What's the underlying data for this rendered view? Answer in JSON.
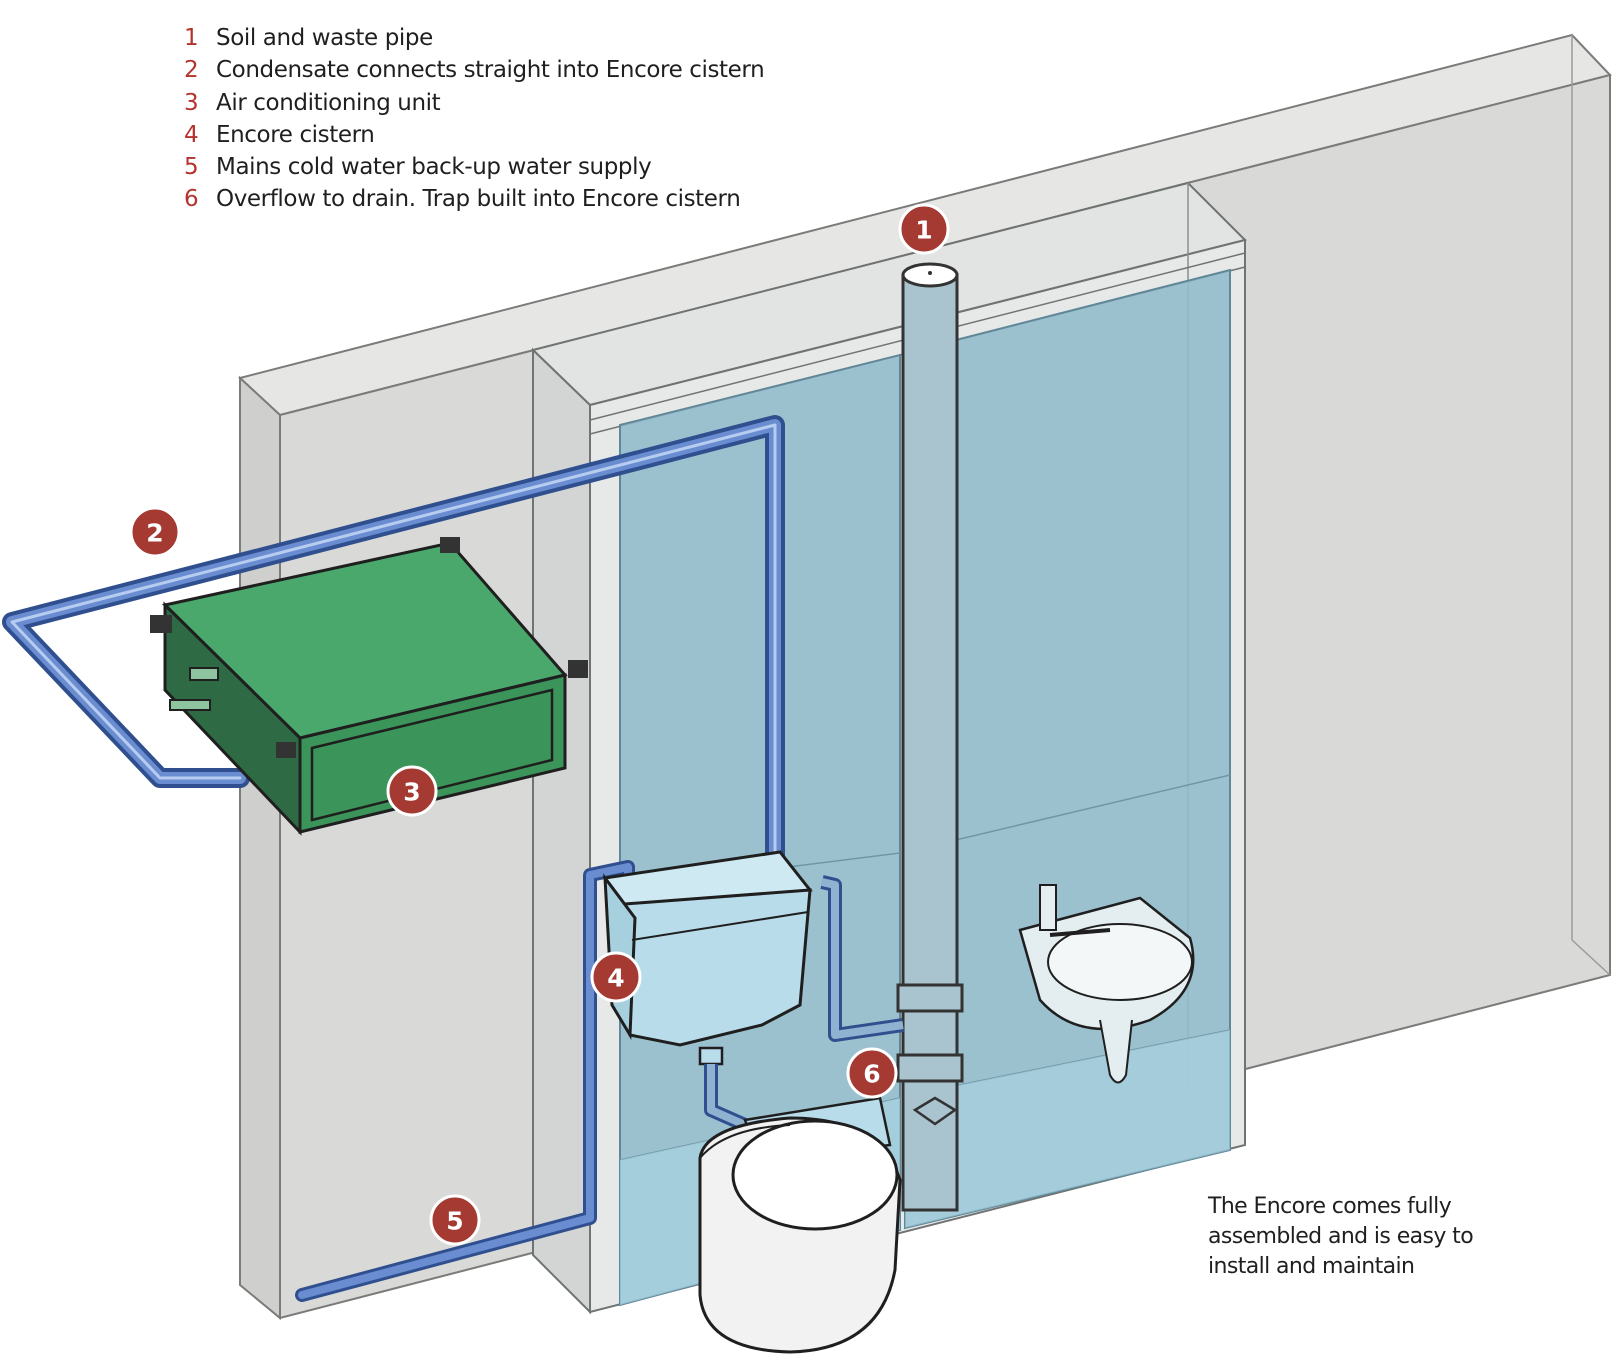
{
  "legend": {
    "items": [
      {
        "number": "1",
        "label": "Soil and waste pipe"
      },
      {
        "number": "2",
        "label": "Condensate connects straight into Encore cistern"
      },
      {
        "number": "3",
        "label": "Air conditioning unit"
      },
      {
        "number": "4",
        "label": "Encore cistern"
      },
      {
        "number": "5",
        "label": "Mains cold water back-up water supply"
      },
      {
        "number": "6",
        "label": "Overflow to drain. Trap built into Encore cistern"
      }
    ]
  },
  "callouts": [
    "1",
    "2",
    "3",
    "4",
    "5",
    "6"
  ],
  "caption": {
    "line1": "The Encore comes fully",
    "line2": "assembled and is easy to",
    "line3": "install and maintain"
  },
  "colors": {
    "callout": "#a53a33",
    "legend_number": "#b5332d",
    "pipe": "#3f5fa8",
    "ac_unit": "#4aa86d",
    "frame_glass": "#93bccb",
    "wall": "#d9dad8"
  }
}
